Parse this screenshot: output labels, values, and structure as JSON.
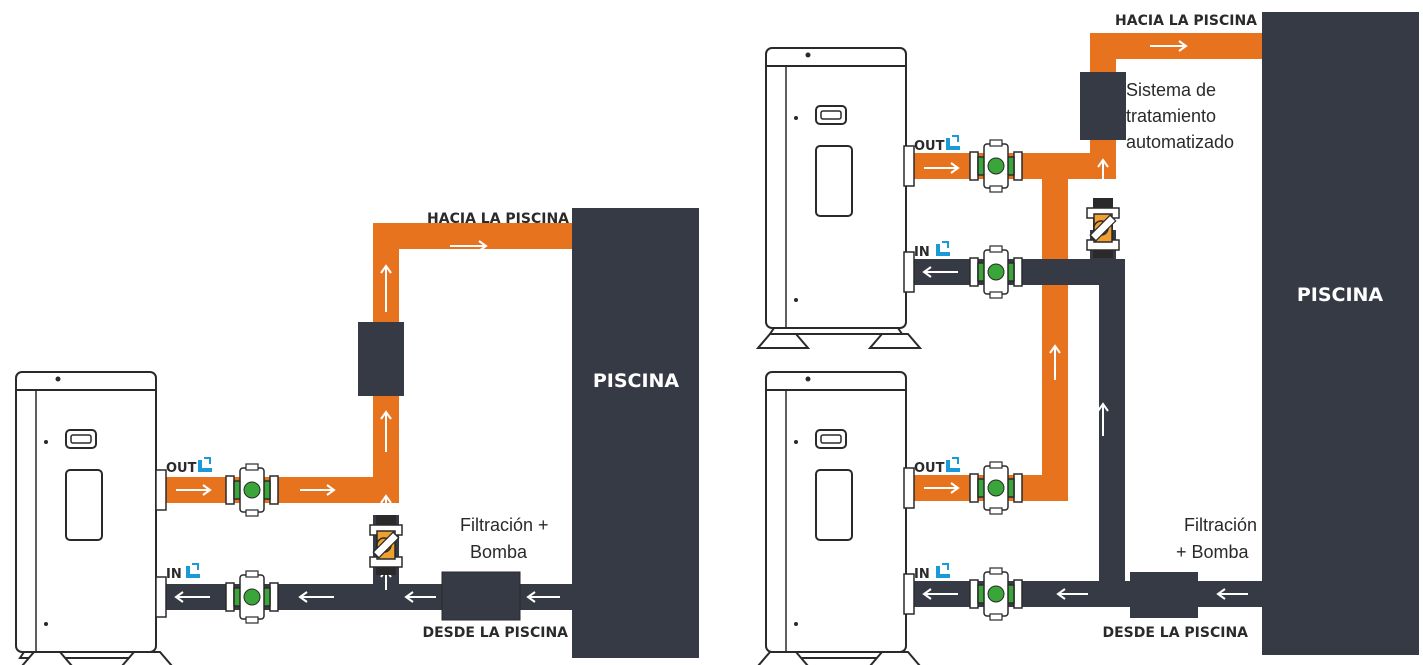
{
  "colors": {
    "hot": "#e8731f",
    "cold": "#363a45",
    "valve_green": "#3aa63a",
    "valve_orange": "#f0a030",
    "inlet_blue": "#1a9ad6",
    "outline": "#2a2a2a",
    "title_orange": "#e8731f"
  },
  "left": {
    "to_pool": "HACIA LA PISCINA",
    "from_pool": "DESDE LA PISCINA",
    "pool": "PISCINA",
    "filter_line1": "Filtración +",
    "filter_line2": "Bomba",
    "out": "OUT",
    "in": "IN"
  },
  "right": {
    "to_pool": "HACIA LA PISCINA",
    "from_pool": "DESDE LA PISCINA",
    "pool": "PISCINA",
    "filter_line1": "Filtración",
    "filter_line2": "+ Bomba",
    "treatment_line1": "Sistema de",
    "treatment_line2": "tratamiento",
    "treatment_line3": "automatizado",
    "unit_top_out": "OUT",
    "unit_top_in": "IN",
    "unit_bottom_out": "OUT",
    "unit_bottom_in": "IN"
  },
  "icons": [
    "heat-pump-icon",
    "valve-icon",
    "bypass-valve-icon",
    "flow-arrow-icon",
    "inlet-outlet-icon"
  ]
}
